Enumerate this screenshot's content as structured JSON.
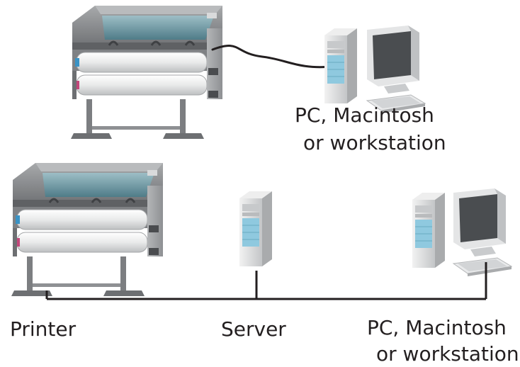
{
  "top": {
    "pc_label_line1": "PC, Macintosh",
    "pc_label_line2": "or workstation"
  },
  "bottom": {
    "printer_label": "Printer",
    "server_label": "Server",
    "pc_label_line1": "PC, Macintosh",
    "pc_label_line2": "or workstation"
  },
  "colors": {
    "cable": "#231f20",
    "printer_body": "#8a8c8e",
    "printer_dark": "#5b5d60",
    "printer_glass": "#6f9aa5",
    "roll": "#eeeeee",
    "computer_case": "#d9dadb",
    "computer_panel": "#8fc9df",
    "monitor_screen": "#4a4d50"
  }
}
